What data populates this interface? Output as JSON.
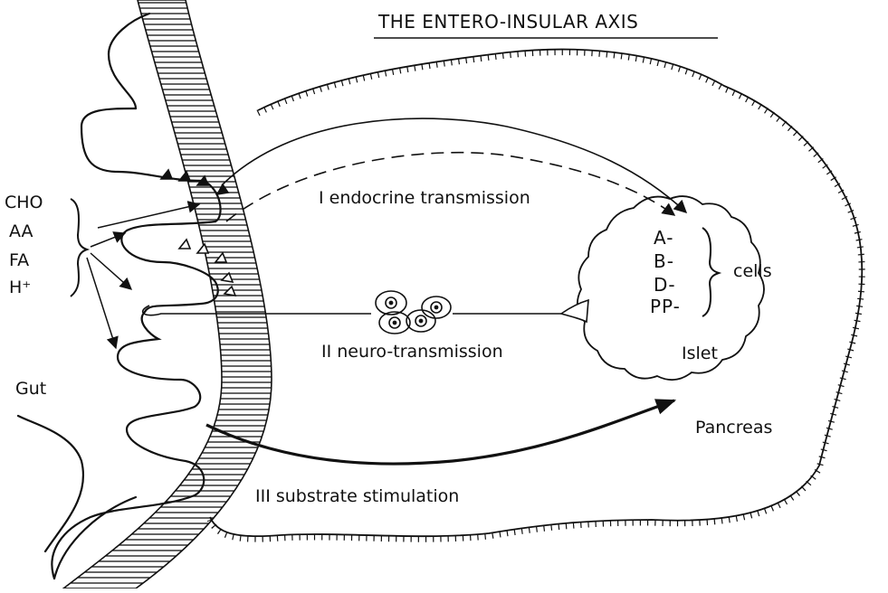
{
  "title": "THE ENTERO-INSULAR AXIS",
  "nutrients": [
    "CHO",
    "AA",
    "FA",
    "H⁺"
  ],
  "cell_types": [
    "A-",
    "B-",
    "D-",
    "PP-"
  ],
  "cells_label": "cells",
  "islet_label": "Islet",
  "pancreas_label": "Pancreas",
  "gut_label": "Gut",
  "pathways": {
    "endocrine": "I endocrine transmission",
    "neuro": "II neuro-transmission",
    "substrate": "III substrate stimulation"
  }
}
